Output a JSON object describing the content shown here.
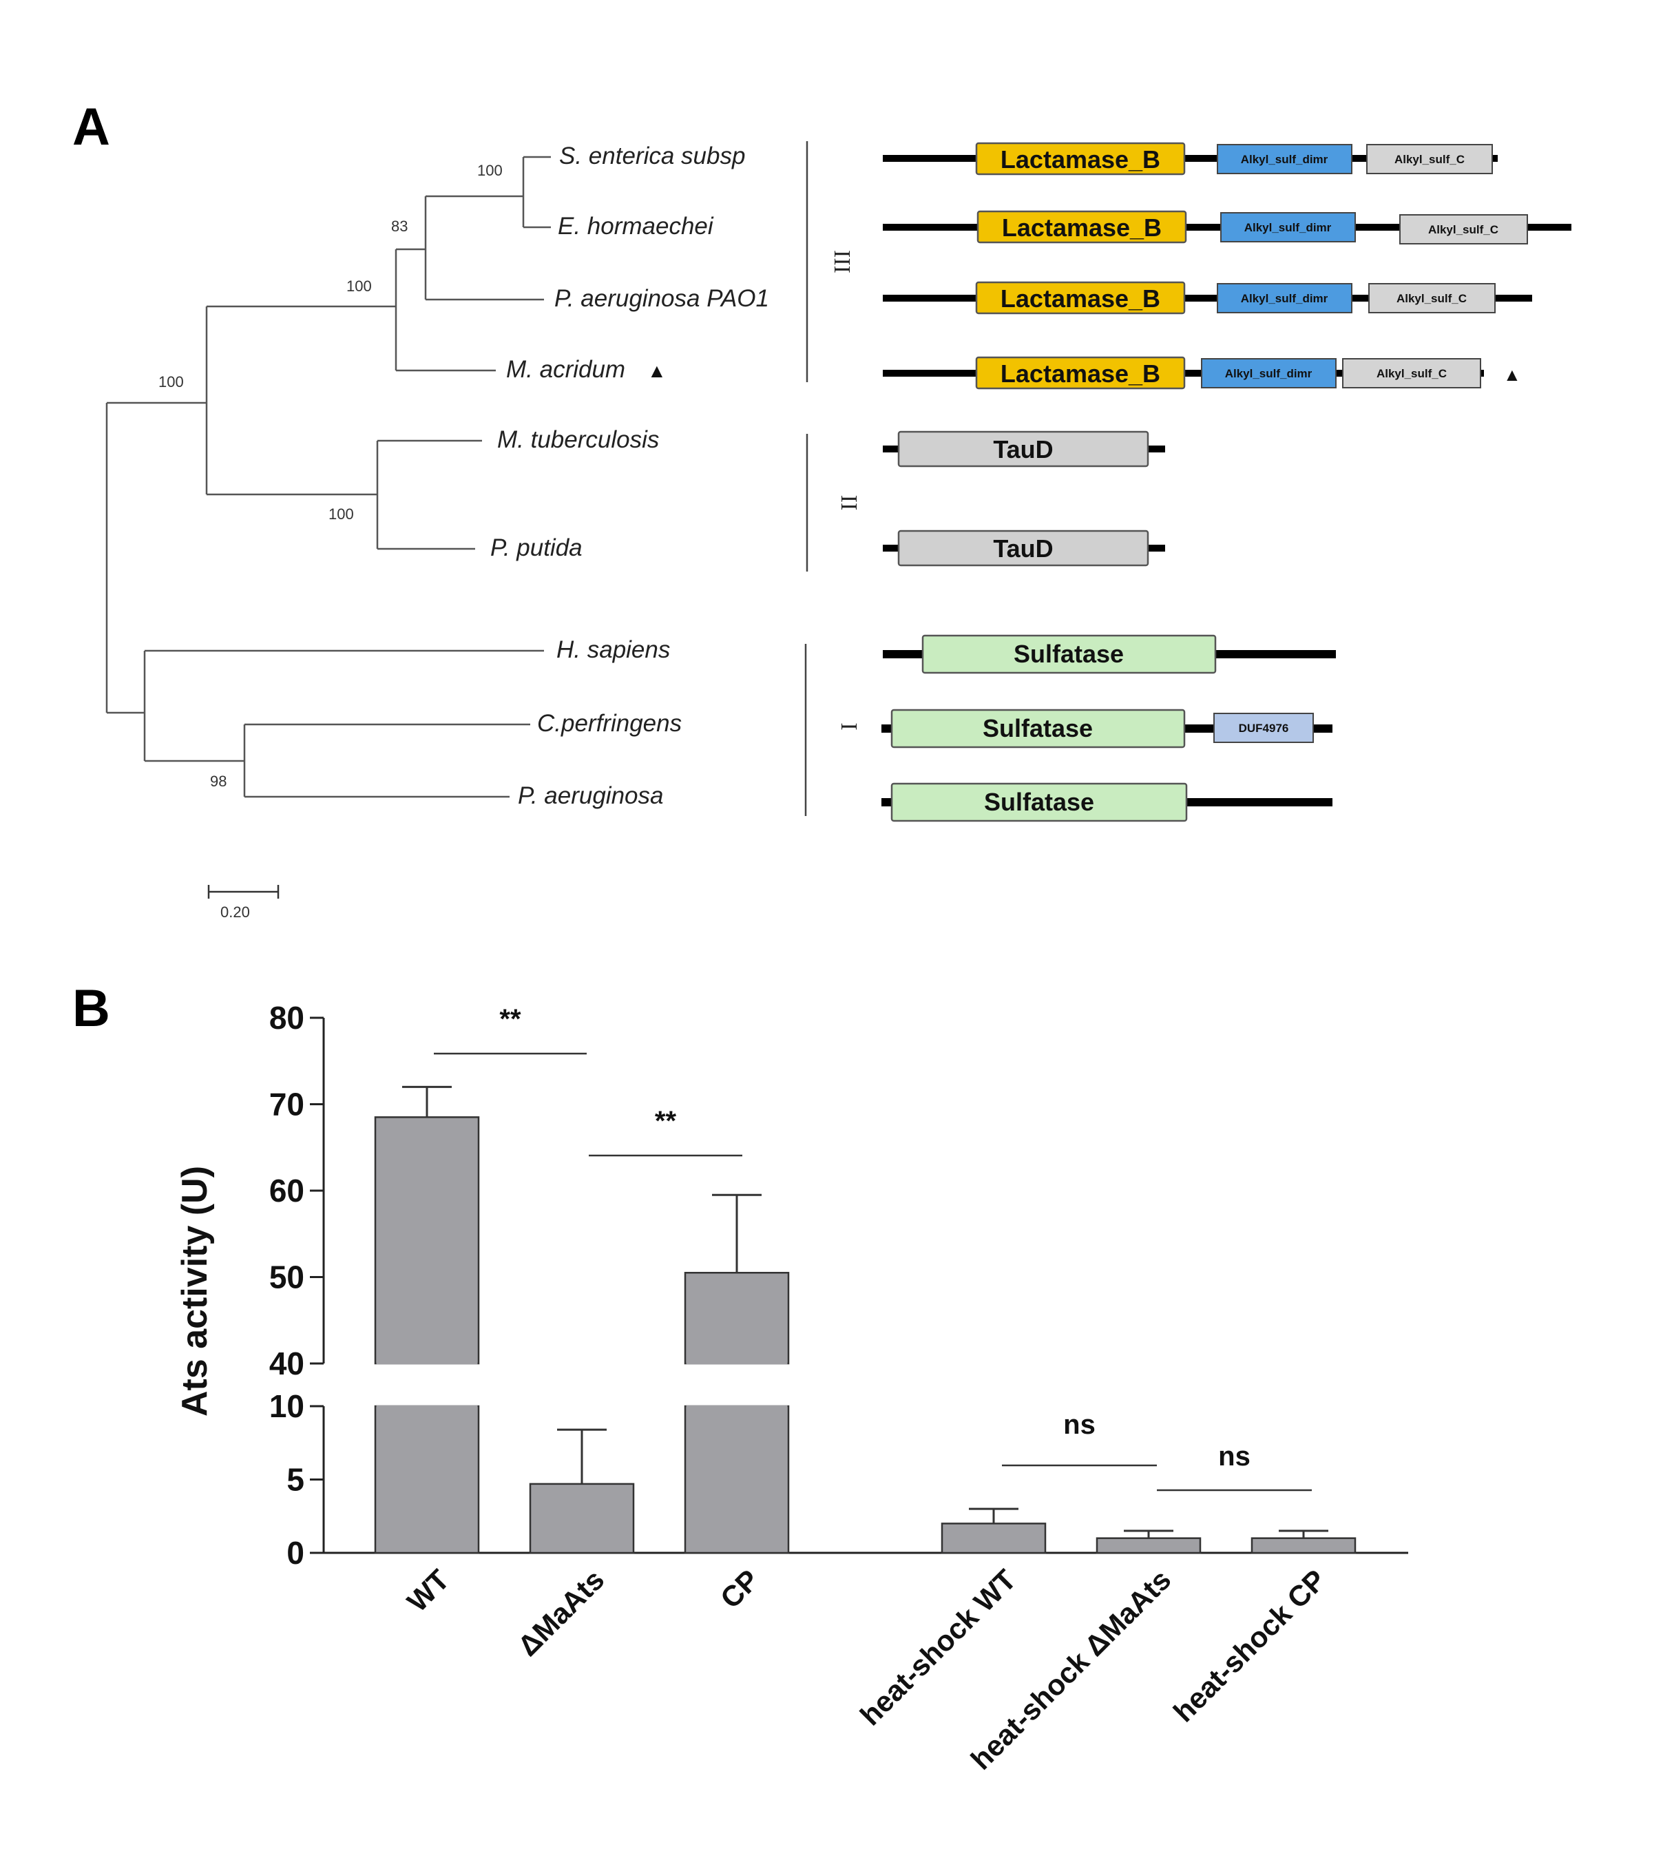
{
  "panels": {
    "a_label": "A",
    "b_label": "B"
  },
  "tree": {
    "taxa": [
      {
        "name": "S. enterica subsp",
        "marker": ""
      },
      {
        "name": "E. hormaechei",
        "marker": ""
      },
      {
        "name": "P. aeruginosa PAO1",
        "marker": ""
      },
      {
        "name": "M. acridum",
        "marker": "▲"
      },
      {
        "name": "M. tuberculosis",
        "marker": ""
      },
      {
        "name": "P. putida",
        "marker": ""
      },
      {
        "name": "H. sapiens",
        "marker": ""
      },
      {
        "name": "C.perfringens",
        "marker": ""
      },
      {
        "name": "P. aeruginosa",
        "marker": ""
      }
    ],
    "bootstrap": [
      "100",
      "83",
      "100",
      "100",
      "100",
      "98"
    ],
    "scale_label": "0.20",
    "clades": [
      "III",
      "II",
      "I"
    ]
  },
  "domains": [
    {
      "label": "Lactamase_B",
      "sub1": "Alkyl_sulf_dimr",
      "sub2": "Alkyl_sulf_C",
      "marker": ""
    },
    {
      "label": "Lactamase_B",
      "sub1": "Alkyl_sulf_dimr",
      "sub2": "Alkyl_sulf_C",
      "marker": ""
    },
    {
      "label": "Lactamase_B",
      "sub1": "Alkyl_sulf_dimr",
      "sub2": "Alkyl_sulf_C",
      "marker": ""
    },
    {
      "label": "Lactamase_B",
      "sub1": "Alkyl_sulf_dimr",
      "sub2": "Alkyl_sulf_C",
      "marker": "▲"
    },
    {
      "label": "TauD"
    },
    {
      "label": "TauD"
    },
    {
      "label": "Sulfatase"
    },
    {
      "label": "Sulfatase",
      "sub1": "DUF4976"
    },
    {
      "label": "Sulfatase"
    }
  ],
  "domain_colors": {
    "lactamase": "#f2c200",
    "alkyl_dimr": "#4d9be0",
    "alkyl_c": "#d4d4d4",
    "taud": "#d0d0d0",
    "sulfatase": "#c9ecc0",
    "duf": "#b4c8e8"
  },
  "chart_data": {
    "type": "bar",
    "title": "",
    "xlabel": "",
    "ylabel": "Ats activity (U)",
    "categories": [
      "WT",
      "ΔMaAts",
      "CP",
      "heat-shock WT",
      "heat-shock ΔMaAts",
      "heat-shock CP"
    ],
    "values": [
      68.5,
      4.7,
      50.5,
      2.0,
      1.0,
      1.0
    ],
    "error_upper": [
      72,
      8.4,
      59.5,
      3.0,
      1.5,
      1.5
    ],
    "y_axis_broken": true,
    "lower_segment": {
      "ylim": [
        0,
        10
      ],
      "ticks": [
        "0",
        "5",
        "10"
      ]
    },
    "upper_segment": {
      "ylim": [
        40,
        80
      ],
      "ticks": [
        "40",
        "50",
        "60",
        "70",
        "80"
      ]
    },
    "bar_color": "#a0a0a4",
    "significance": [
      {
        "from": "WT",
        "to": "ΔMaAts",
        "label": "**"
      },
      {
        "from": "ΔMaAts",
        "to": "CP",
        "label": "**"
      },
      {
        "from": "heat-shock WT",
        "to": "heat-shock ΔMaAts",
        "label": "ns"
      },
      {
        "from": "heat-shock ΔMaAts",
        "to": "heat-shock CP",
        "label": "ns"
      }
    ]
  }
}
